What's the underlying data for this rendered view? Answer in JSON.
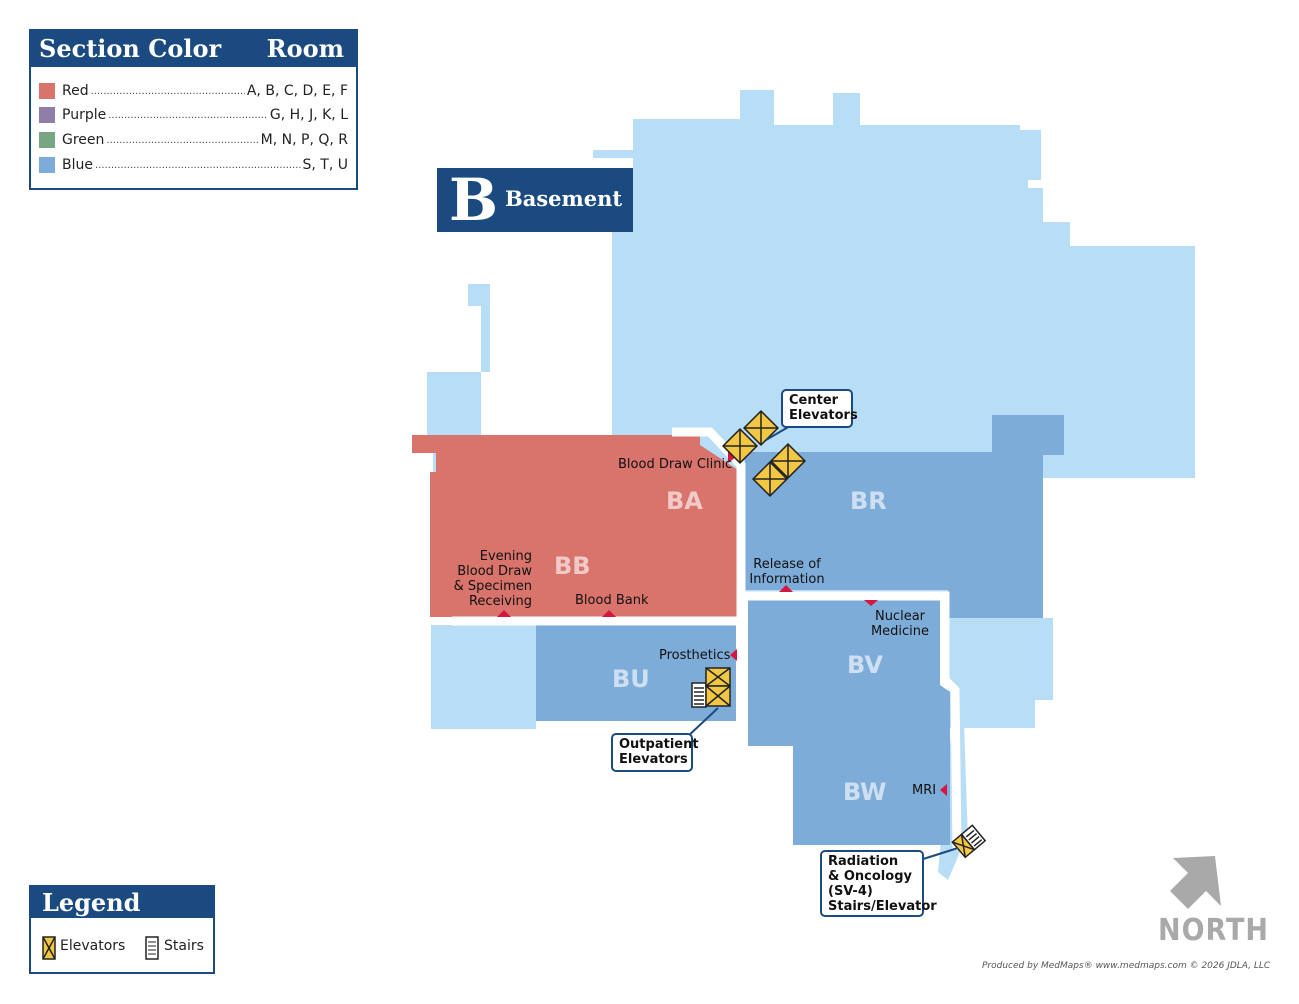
{
  "section_color_box": {
    "header_left": "Section Color",
    "header_right": "Room",
    "rows": [
      {
        "name": "Red",
        "rooms": "A, B, C, D, E, F",
        "color": "#d9746d"
      },
      {
        "name": "Purple",
        "rooms": "G, H, J, K, L",
        "color": "#8f7fa8"
      },
      {
        "name": "Green",
        "rooms": "M, N, P, Q, R",
        "color": "#78a582"
      },
      {
        "name": "Blue",
        "rooms": "S, T, U",
        "color": "#7eacd9"
      }
    ]
  },
  "floor_banner": {
    "letter": "B",
    "label": "Basement"
  },
  "colors": {
    "light_blue": "#b8ddf6",
    "mid_blue": "#7eacd9",
    "red": "#d9746d",
    "navy": "#1b4a80",
    "marker": "#d6163f",
    "elevator": "#f2c744"
  },
  "sections": {
    "ba": "BA",
    "bb": "BB",
    "br": "BR",
    "bu": "BU",
    "bv": "BV",
    "bw": "BW"
  },
  "labels": {
    "blood_draw_clinic": "Blood Draw Clinic",
    "evening_blood_draw": [
      "Evening",
      "Blood Draw",
      "& Specimen",
      "Receiving"
    ],
    "blood_bank": "Blood Bank",
    "release_of_information": [
      "Release of",
      "Information"
    ],
    "nuclear_medicine": [
      "Nuclear",
      "Medicine"
    ],
    "prosthetics": "Prosthetics",
    "mri": "MRI"
  },
  "callouts": {
    "center_elevators": [
      "Center",
      "Elevators"
    ],
    "outpatient_elevators": [
      "Outpatient",
      "Elevators"
    ],
    "radiation_oncology": [
      "Radiation",
      "& Oncology",
      "(SV-4)",
      "Stairs/Elevator"
    ]
  },
  "legend": {
    "title": "Legend",
    "elevators": "Elevators",
    "stairs": "Stairs"
  },
  "north_label": "NORTH",
  "credit": "Produced by MedMaps®  www.medmaps.com  © 2026 JDLA, LLC"
}
